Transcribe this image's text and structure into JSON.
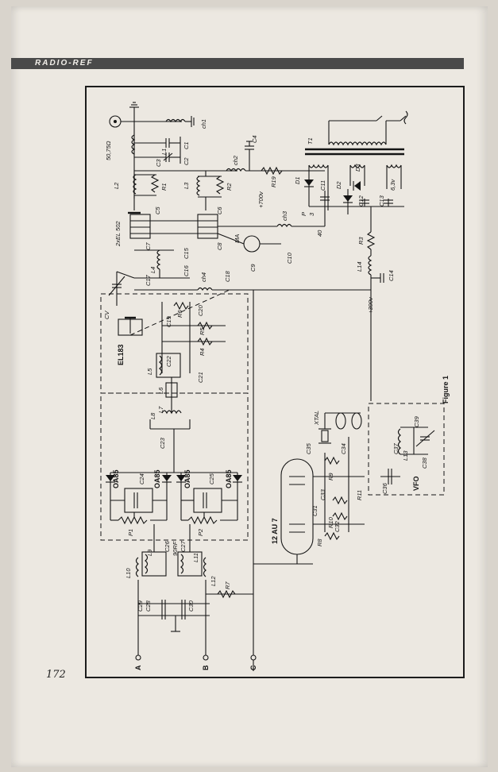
{
  "page": {
    "header": "RADIO-REF",
    "page_number": "172",
    "figure_caption": "Figure 1"
  },
  "labels": {
    "antenna": "50,75Ω",
    "ch1": "ch1",
    "ch2": "ch2",
    "ch3": "ch3",
    "ch4": "ch4",
    "L1": "L1",
    "L2": "L2",
    "L3": "L3",
    "L4": "L4",
    "L5": "L5",
    "L6": "L6",
    "L7": "L7",
    "L8": "L8",
    "L9": "L9",
    "L10": "L10",
    "L11": "L11",
    "L12": "L12",
    "L13": "L13",
    "L14": "L14",
    "C1": "C1",
    "C2": "C2",
    "C3": "C3",
    "C4": "C4",
    "C5": "C5",
    "C6": "C6",
    "C7": "C7",
    "C8": "C8",
    "C9": "C9",
    "C10": "C10",
    "C11": "C11",
    "C12": "C12",
    "C13": "C13",
    "C14": "C14",
    "C15": "C15",
    "C16": "C16",
    "C17": "C17",
    "C18": "C18",
    "C19": "C19",
    "C20": "C20",
    "C21": "C21",
    "C22": "C22",
    "C23": "C23",
    "C24": "C24",
    "C25": "C25",
    "C26": "C26",
    "C27": "C27",
    "C28": "C28",
    "C29": "C29",
    "C30": "C30",
    "C31": "C31",
    "C32": "C32",
    "C33": "C33",
    "C34": "C34",
    "C35": "C35",
    "C36": "C36",
    "C37": "C37",
    "C38": "C38",
    "C39": "C39",
    "R1": "R1",
    "R2": "R2",
    "R3": "R3",
    "R4": "R4",
    "R5": "R5",
    "R6": "R6",
    "R7": "R7",
    "R8": "R8",
    "R9": "R9",
    "R10": "R10",
    "R11": "R11",
    "R19": "R19",
    "P": "P",
    "P1": "P1",
    "P2": "P2",
    "D1": "D1",
    "D2": "D2",
    "D3": "D3",
    "T1": "T1",
    "MA": "MA",
    "CV": "CV",
    "tube_pa": "2xEL 502",
    "tube_driver": "EL183",
    "tube_osc": "12 AU 7",
    "diode": "OA85",
    "rfc": "90RF",
    "xtal": "XTAL",
    "vfo": "VFO",
    "v700": "+700v",
    "v300": "+300v",
    "v63": "6,3v",
    "n40": "40",
    "n3": "3",
    "term_a": "A",
    "term_b": "B",
    "term_c": "C"
  }
}
